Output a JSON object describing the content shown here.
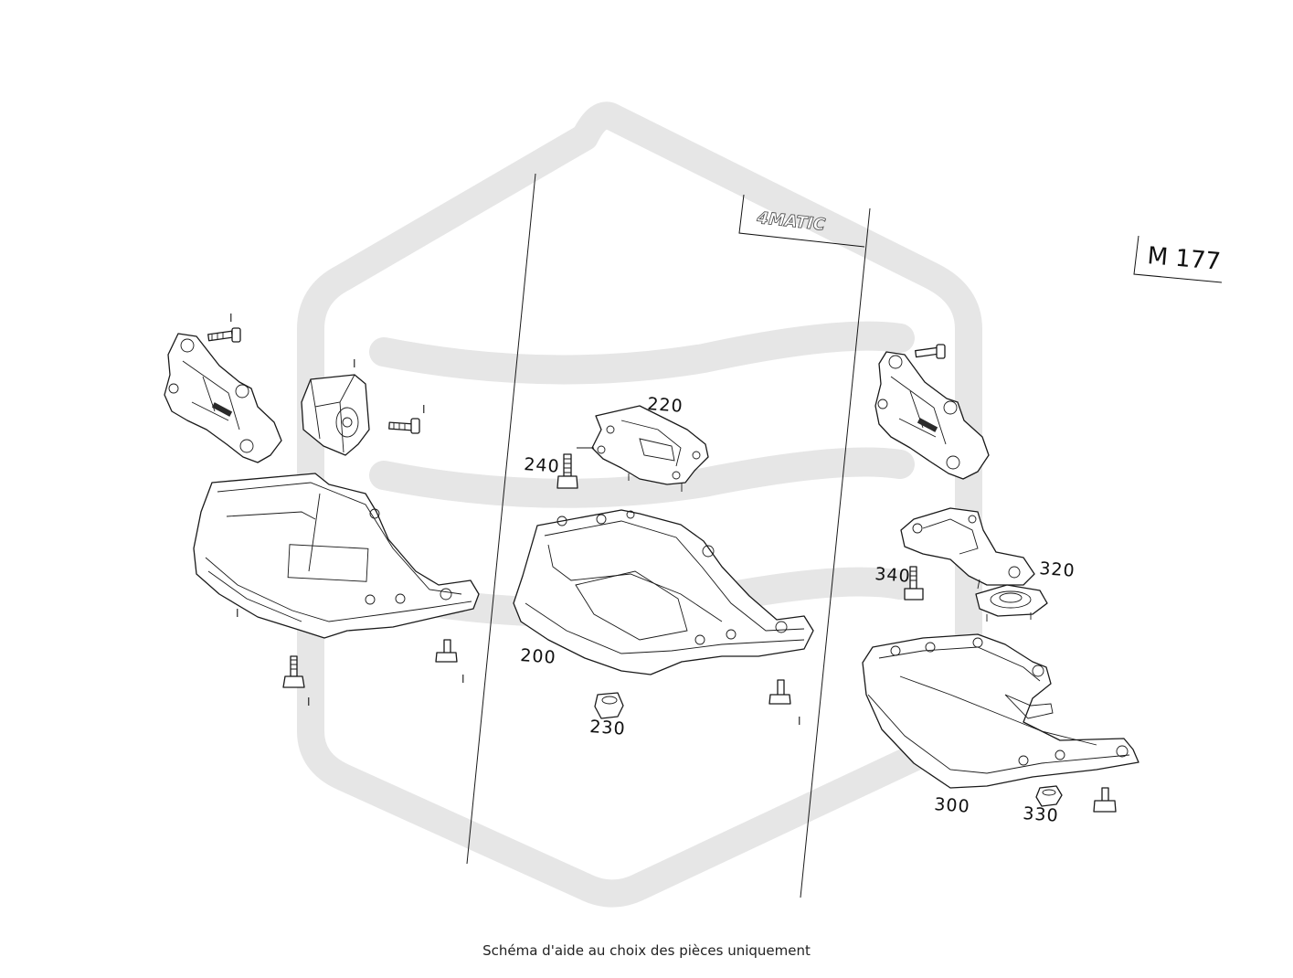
{
  "caption": "Schéma d'aide au choix des pièces uniquement",
  "engine_label": "M 177",
  "badge_label": "4MATIC",
  "callouts": {
    "c200": "200",
    "c220": "220",
    "c230": "230",
    "c240": "240",
    "c300": "300",
    "c320": "320",
    "c330": "330",
    "c340": "340"
  },
  "unlabeled_marker": "I",
  "watermark_color": "#e6e6e6",
  "line_color": "#1a1a1a"
}
